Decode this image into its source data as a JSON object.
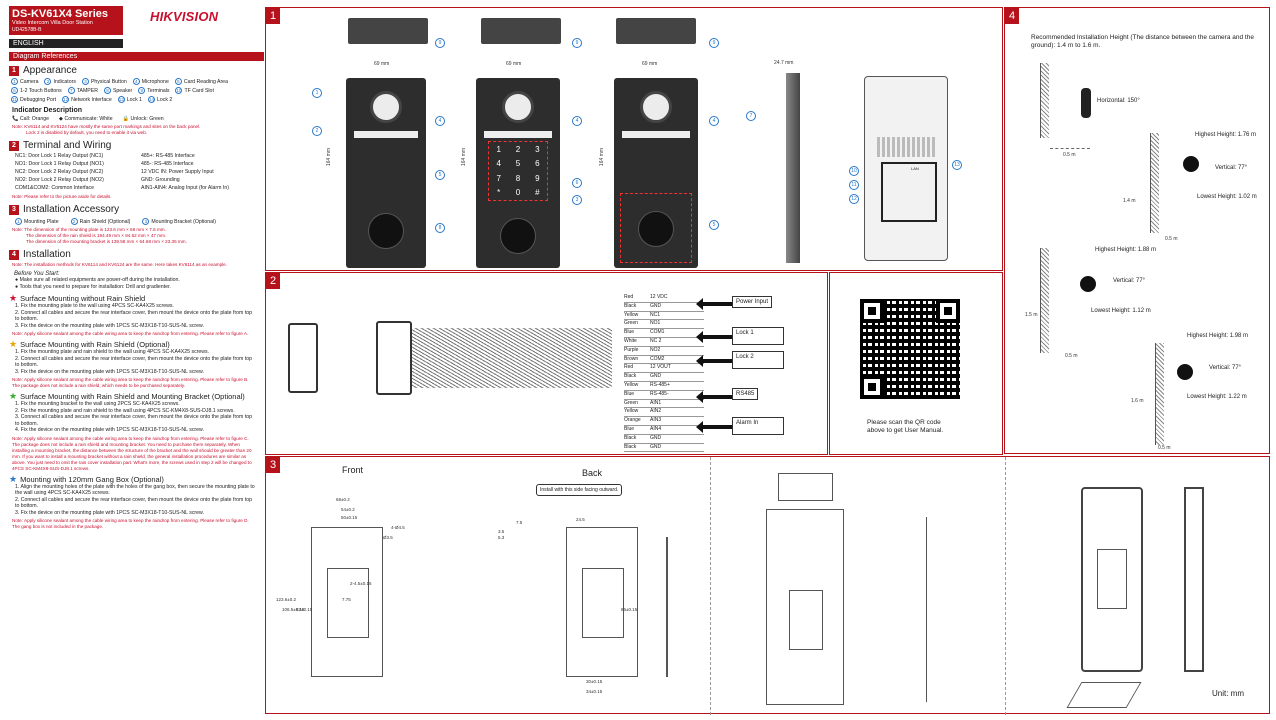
{
  "header": {
    "series": "DS-KV61X4 Series",
    "product": "Video Intercom Villa Door Station",
    "doc_code": "UD42578B-B",
    "brand": "HIKVISION",
    "language": "ENGLISH",
    "diagram_ref": "Diagram References"
  },
  "appearance": {
    "num": "1",
    "title": "Appearance",
    "items": [
      {
        "n": "1",
        "label": "Camera"
      },
      {
        "n": "2",
        "label": "Indicators"
      },
      {
        "n": "3",
        "label": "Physical Button"
      },
      {
        "n": "4",
        "label": "Microphone"
      },
      {
        "n": "5",
        "label": "Card Reading Area"
      },
      {
        "n": "6",
        "label": "1-2 Touch Buttons"
      },
      {
        "n": "7",
        "label": "TAMPER"
      },
      {
        "n": "8",
        "label": "Speaker"
      },
      {
        "n": "9",
        "label": "Terminals"
      },
      {
        "n": "10",
        "label": "TF Card Slot"
      },
      {
        "n": "11",
        "label": "Debugging Port"
      },
      {
        "n": "12",
        "label": "Network Interface"
      },
      {
        "n": "13",
        "label": "Lock 1"
      },
      {
        "n": "14",
        "label": "Lock 2"
      }
    ],
    "indicator_title": "Indicator Description",
    "indicators": [
      "Call: Orange",
      "Communicate: White",
      "Unlock: Green"
    ],
    "note": "Note: KV6114 and KV6124 have mostly the same port markings and sites on the back panel.",
    "note2": "Lock 2 is disabled by default, you need to enable it via web."
  },
  "terminal": {
    "num": "2",
    "title": "Terminal and Wiring",
    "left": [
      "NC1: Door Lock 1 Relay Output (NC1)",
      "NO1: Door Lock 1 Relay Output (NO1)",
      "NC2: Door Lock 2 Relay Output (NC2)",
      "NO2: Door Lock 2 Relay Output (NO2)",
      "COM1&COM2: Common Interface"
    ],
    "right": [
      "485+: RS-485 Interface",
      "485-: RS-485 Interface",
      "12 VDC IN: Power Supply Input",
      "GND: Grounding",
      "AIN1-AIN4: Analog Input (for Alarm In)"
    ],
    "note": "Note: Please refer to the picture aside for details."
  },
  "accessory": {
    "num": "3",
    "title": "Installation Accessory",
    "items": [
      {
        "n": "1",
        "label": "Mounting Plate"
      },
      {
        "n": "2",
        "label": "Rain Shield (Optional)"
      },
      {
        "n": "3",
        "label": "Mounting Bracket (Optional)"
      }
    ],
    "note1": "Note: The dimension of the mounting plate is 123.6 mm × 68 mm × 7.5 mm.",
    "note2": "The dimension of the rain shield is 194.49 mm × 84.62 mm × 47 mm.",
    "note3": "The dimension of the mounting bracket is 139.58 mm × 64.68 mm × 23.35 mm."
  },
  "installation": {
    "num": "4",
    "title": "Installation",
    "note": "Note: The installation methods for KV6114 and KV6124 are the same. Here takes KV6114 as an example.",
    "before_title": "Before You Start:",
    "before": [
      "Make sure all related equipments are power-off during the installation.",
      "Tools that you need to prepare for installation: Drill and gradienter."
    ],
    "methods": [
      {
        "star_color": "#c8102e",
        "title": "Surface Mounting without Rain Shield",
        "steps": [
          "1. Fix the mounting plate to the wall using 4PCS SC-KA4X25 screws.",
          "2. Connect all cables and secure the rear interface cover, then mount the device onto the plate from top to bottom.",
          "3. Fix the device on the mounting plate with 1PCS SC-M3X18-T10-SUS-NL screw."
        ],
        "note": "Note: Apply silicone sealant among the cable wiring area to keep the raindrop from entering. Please refer to figure A."
      },
      {
        "star_color": "#e8a400",
        "title": "Surface Mounting with Rain Shield (Optional)",
        "steps": [
          "1. Fix the mounting plate and rain shield to the wall using 4PCS SC-KA4X25 screws.",
          "2. Connect all cables and secure the rear interface cover, then mount the device onto the plate from top to bottom.",
          "3. Fix the device on the mounting plate with 1PCS SC-M3X18-T10-SUS-NL screw."
        ],
        "note": "Note: Apply silicone sealant among the cable wiring area to keep the raindrop from entering. Please refer to figure B. The package does not include a rain shield, which needs to be purchased separately."
      },
      {
        "star_color": "#36b02a",
        "title": "Surface Mounting with Rain Shield and Mounting Bracket (Optional)",
        "steps": [
          "1. Fix the mounting bracket to the wall using 2PCS SC-KA4X25 screws.",
          "2. Fix the mounting plate and rain shield to the wall using 4PCS SC-KM4X8-SUS-DJ8.1 screws.",
          "3. Connect all cables and secure the rear interface cover, then mount the device onto the plate from top to bottom.",
          "4. Fix the device on the mounting plate with 1PCS SC-M3X18-T10-SUS-NL screw."
        ],
        "note": "Note: Apply silicone sealant among the cable wiring area to keep the raindrop from entering. Please refer to figure C. The package does not include a rain shield and mounting bracket. You need to purchase them separately. When installing a mounting bracket, the distance between the structure of the bracket and the wall should be greater than 20 mm. If you want to install a mounting bracket without a rain shield, the general installation procedures are similar as above. You just need to omit the rain cover installation part. What's more, the screws used in step 2 will be changed to 4PCS SC-KM4X8-SUS-DJ8.1 screws."
      },
      {
        "star_color": "#2a78c8",
        "title": "Mounting with 120mm Gang Box (Optional)",
        "steps": [
          "1. Align the mounting holes of the plate with the holes of the gang box, then secure the mounting plate to the wall using 4PCS SC-KA4X25 screws.",
          "2. Connect all cables and secure the rear interface cover, then mount the device onto the plate from top to bottom.",
          "3. Fix the device on the mounting plate with 1PCS SC-M3X18-T10-SUS-NL screw."
        ],
        "note": "Note: Apply silicone sealant among the cable wiring area to keep the raindrop from entering. Please refer to figure D. The gang box is not included in the package."
      }
    ]
  },
  "panel1": {
    "num": "1",
    "width_label": "69 mm",
    "height_label": "164 mm",
    "depth_label": "24.7 mm",
    "keypad": [
      "1",
      "2",
      "3",
      "4",
      "5",
      "6",
      "7",
      "8",
      "9",
      "*",
      "0",
      "#"
    ],
    "back_label": "LAN"
  },
  "panel2": {
    "num": "2",
    "wires": [
      {
        "color": "Red",
        "signal": "12 VDC"
      },
      {
        "color": "Black",
        "signal": "GND"
      },
      {
        "color": "Yellow",
        "signal": "NC1"
      },
      {
        "color": "Green",
        "signal": "NO1"
      },
      {
        "color": "Blue",
        "signal": "COM1"
      },
      {
        "color": "White",
        "signal": "NC 2"
      },
      {
        "color": "Purple",
        "signal": "NO2"
      },
      {
        "color": "Brown",
        "signal": "COM2"
      },
      {
        "color": "Red",
        "signal": "12 VOUT"
      },
      {
        "color": "Black",
        "signal": "GND"
      },
      {
        "color": "Yellow",
        "signal": "RS-485+"
      },
      {
        "color": "Blue",
        "signal": "RS-485-"
      },
      {
        "color": "Green",
        "signal": "AIN1"
      },
      {
        "color": "Yellow",
        "signal": "AIN2"
      },
      {
        "color": "Orange",
        "signal": "AIN3"
      },
      {
        "color": "Blue",
        "signal": "AIN4"
      },
      {
        "color": "Black",
        "signal": "GND"
      },
      {
        "color": "Black",
        "signal": "GND"
      }
    ],
    "groups": [
      "Power Input",
      "Lock 1",
      "Lock 2",
      "RS485",
      "Alarm In"
    ],
    "qr_note_1": "Please scan the QR code",
    "qr_note_2": "above to get User Manual."
  },
  "panel3": {
    "num": "3",
    "front": "Front",
    "back": "Back",
    "back_note": "Install with this side facing outward.",
    "unit": "Unit: mm",
    "dims": [
      "68±0.2",
      "54±0.2",
      "50±0.15",
      "4-Ø4.5",
      "Ø3.5",
      "7.75",
      "2-4.5±0.15",
      "123.6±0.2",
      "106.5±0.15",
      "82±0.15",
      "24.5",
      "7.5",
      "3.5",
      "5.3",
      "86±0.15",
      "30±0.15",
      "34±0.15"
    ]
  },
  "panel4": {
    "num": "4",
    "title": "Recommended Installation Height (The distance between the camera and the ground): 1.4 m to 1.6 m.",
    "horizontal": "Horizontal: 150°",
    "vertical": "Vertical: 77°",
    "figs": [
      {
        "highest": "Highest Height: 1.76 m",
        "lowest": "Lowest Height: 1.02 m",
        "height": "1.4 m",
        "dist": "0.5 m"
      },
      {
        "highest": "Highest Height: 1.88 m",
        "lowest": "Lowest Height: 1.12 m",
        "height": "1.5 m",
        "dist": "0.5 m"
      },
      {
        "highest": "Highest Height: 1.98 m",
        "lowest": "Lowest Height: 1.22 m",
        "height": "1.6 m",
        "dist": "0.5 m"
      }
    ],
    "top_dist": "0.5 m"
  }
}
